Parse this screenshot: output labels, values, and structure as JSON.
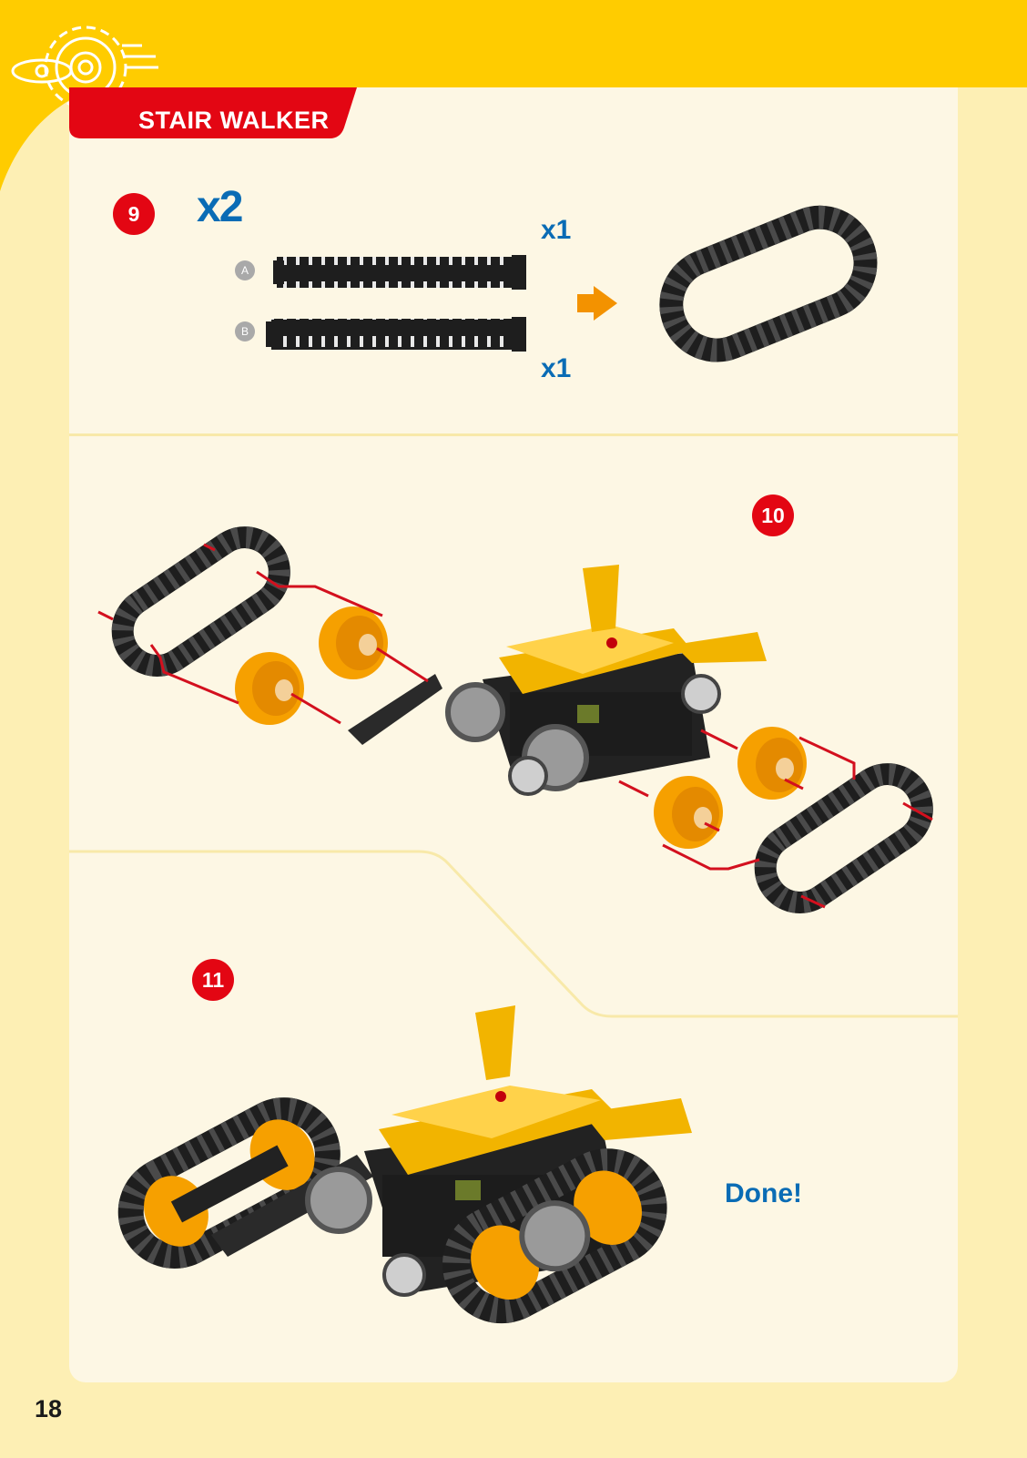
{
  "header": {
    "title": "STAIR WALKER"
  },
  "step9": {
    "number": "9",
    "multiplier": "x2",
    "parts": [
      {
        "letter": "A",
        "quantity": "x1"
      },
      {
        "letter": "B",
        "quantity": "x1"
      }
    ]
  },
  "step10": {
    "number": "10"
  },
  "step11": {
    "number": "11",
    "done_label": "Done!"
  },
  "footer": {
    "page_number": "18"
  },
  "colors": {
    "band_yellow": "#ffcc00",
    "page_background": "#fdefb4",
    "panel_cream": "#fdf7e4",
    "title_red": "#e30613",
    "step_badge_red": "#e30613",
    "quantity_blue": "#0a6cb5",
    "arrow_orange": "#f39200",
    "track_black": "#1e1e1e",
    "gear_orange": "#f6a000",
    "frame_yellow": "#f2b400"
  }
}
